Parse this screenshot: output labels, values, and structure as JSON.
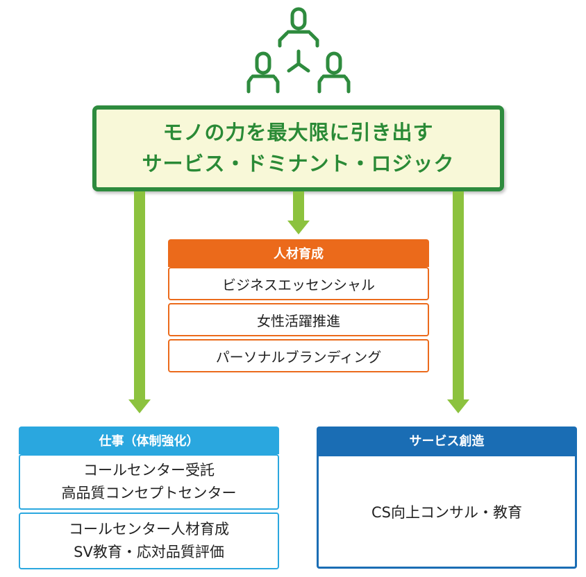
{
  "colors": {
    "green_dark": "#2e8b3e",
    "green_arrow": "#8cc23e",
    "main_fill": "#f8f8d8",
    "orange": "#eb6a1b",
    "cyan": "#2aa7df",
    "blue": "#1a6db4"
  },
  "icon": "people-hierarchy-icon",
  "main": {
    "line1": "モノの力を最大限に引き出す",
    "line2": "サービス・ドミナント・ロジック"
  },
  "center_panel": {
    "header": "人材育成",
    "items": [
      "ビジネスエッセンシャル",
      "女性活躍推進",
      "パーソナルブランディング"
    ]
  },
  "left_panel": {
    "header": "仕事（体制強化）",
    "items": [
      {
        "line1": "コールセンター受託",
        "line2": "高品質コンセプトセンター"
      },
      {
        "line1": "コールセンター人材育成",
        "line2": "SV教育・応対品質評価"
      }
    ]
  },
  "right_panel": {
    "header": "サービス創造",
    "body": "CS向上コンサル・教育"
  }
}
